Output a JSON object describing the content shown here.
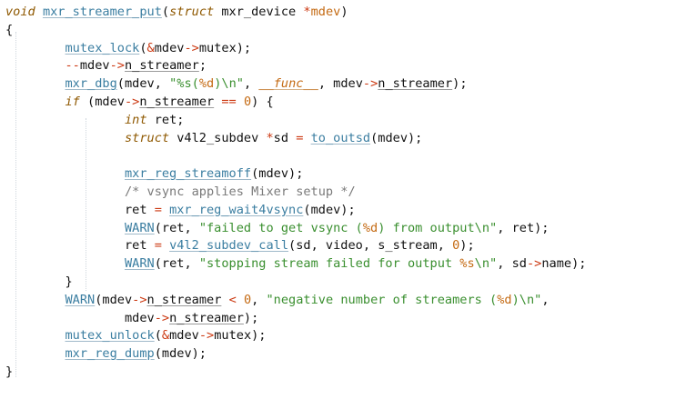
{
  "editor": {
    "language": "c",
    "colors": {
      "background": "#ffffff",
      "keyword": "#8f5902",
      "function": "#3b7ea1",
      "operator": "#cc3a13",
      "string": "#3a8f2f",
      "number": "#c46a13",
      "comment": "#7a7a7a"
    },
    "lines": [
      [
        {
          "c": "kw",
          "t": "void"
        },
        {
          "c": "var",
          "t": " "
        },
        {
          "c": "fn",
          "t": "mxr_streamer_put"
        },
        {
          "c": "var",
          "t": "("
        },
        {
          "c": "kw",
          "t": "struct"
        },
        {
          "c": "var",
          "t": " mxr_device "
        },
        {
          "c": "op",
          "t": "*"
        },
        {
          "c": "num",
          "t": "mdev"
        },
        {
          "c": "var",
          "t": ")"
        }
      ],
      [
        {
          "c": "var",
          "t": "{"
        }
      ],
      [
        {
          "c": "var",
          "t": "        "
        },
        {
          "c": "fn",
          "t": "mutex_lock"
        },
        {
          "c": "var",
          "t": "("
        },
        {
          "c": "op",
          "t": "&"
        },
        {
          "c": "var",
          "t": "mdev"
        },
        {
          "c": "op",
          "t": "->"
        },
        {
          "c": "var",
          "t": "mutex);"
        }
      ],
      [
        {
          "c": "var",
          "t": "        "
        },
        {
          "c": "op",
          "t": "--"
        },
        {
          "c": "var",
          "t": "mdev"
        },
        {
          "c": "op",
          "t": "->"
        },
        {
          "c": "und",
          "t": "n_streamer"
        },
        {
          "c": "var",
          "t": ";"
        }
      ],
      [
        {
          "c": "var",
          "t": "        "
        },
        {
          "c": "fn",
          "t": "mxr_dbg"
        },
        {
          "c": "var",
          "t": "(mdev, "
        },
        {
          "c": "str",
          "t": "\"%s("
        },
        {
          "c": "num",
          "t": "%d"
        },
        {
          "c": "str",
          "t": ")\\n\""
        },
        {
          "c": "var",
          "t": ", "
        },
        {
          "c": "mc",
          "t": "__func__"
        },
        {
          "c": "var",
          "t": ", mdev"
        },
        {
          "c": "op",
          "t": "->"
        },
        {
          "c": "und",
          "t": "n_streamer"
        },
        {
          "c": "var",
          "t": ");"
        }
      ],
      [
        {
          "c": "var",
          "t": "        "
        },
        {
          "c": "kw",
          "t": "if"
        },
        {
          "c": "var",
          "t": " (mdev"
        },
        {
          "c": "op",
          "t": "->"
        },
        {
          "c": "und",
          "t": "n_streamer"
        },
        {
          "c": "var",
          "t": " "
        },
        {
          "c": "op",
          "t": "=="
        },
        {
          "c": "var",
          "t": " "
        },
        {
          "c": "num",
          "t": "0"
        },
        {
          "c": "var",
          "t": ") {"
        }
      ],
      [
        {
          "c": "var",
          "t": "                "
        },
        {
          "c": "kw",
          "t": "int"
        },
        {
          "c": "var",
          "t": " ret;"
        }
      ],
      [
        {
          "c": "var",
          "t": "                "
        },
        {
          "c": "kw",
          "t": "struct"
        },
        {
          "c": "var",
          "t": " v4l2_subdev "
        },
        {
          "c": "op",
          "t": "*"
        },
        {
          "c": "var",
          "t": "sd "
        },
        {
          "c": "op",
          "t": "="
        },
        {
          "c": "var",
          "t": " "
        },
        {
          "c": "fn",
          "t": "to_outsd"
        },
        {
          "c": "var",
          "t": "(mdev);"
        }
      ],
      [
        {
          "c": "var",
          "t": ""
        }
      ],
      [
        {
          "c": "var",
          "t": "                "
        },
        {
          "c": "fn",
          "t": "mxr_reg_streamoff"
        },
        {
          "c": "var",
          "t": "(mdev);"
        }
      ],
      [
        {
          "c": "var",
          "t": "                "
        },
        {
          "c": "cm",
          "t": "/* vsync applies Mixer setup */"
        }
      ],
      [
        {
          "c": "var",
          "t": "                ret "
        },
        {
          "c": "op",
          "t": "="
        },
        {
          "c": "var",
          "t": " "
        },
        {
          "c": "fn",
          "t": "mxr_reg_wait4vsync"
        },
        {
          "c": "var",
          "t": "(mdev);"
        }
      ],
      [
        {
          "c": "var",
          "t": "                "
        },
        {
          "c": "fn",
          "t": "WARN"
        },
        {
          "c": "var",
          "t": "(ret, "
        },
        {
          "c": "str",
          "t": "\"failed to get vsync ("
        },
        {
          "c": "num",
          "t": "%d"
        },
        {
          "c": "str",
          "t": ") from output\\n\""
        },
        {
          "c": "var",
          "t": ", ret);"
        }
      ],
      [
        {
          "c": "var",
          "t": "                ret "
        },
        {
          "c": "op",
          "t": "="
        },
        {
          "c": "var",
          "t": " "
        },
        {
          "c": "fn",
          "t": "v4l2_subdev_call"
        },
        {
          "c": "var",
          "t": "(sd, video, s_stream, "
        },
        {
          "c": "num",
          "t": "0"
        },
        {
          "c": "var",
          "t": ");"
        }
      ],
      [
        {
          "c": "var",
          "t": "                "
        },
        {
          "c": "fn",
          "t": "WARN"
        },
        {
          "c": "var",
          "t": "(ret, "
        },
        {
          "c": "str",
          "t": "\"stopping stream failed for output "
        },
        {
          "c": "num",
          "t": "%s"
        },
        {
          "c": "str",
          "t": "\\n\""
        },
        {
          "c": "var",
          "t": ", sd"
        },
        {
          "c": "op",
          "t": "->"
        },
        {
          "c": "var",
          "t": "name);"
        }
      ],
      [
        {
          "c": "var",
          "t": "        }"
        }
      ],
      [
        {
          "c": "var",
          "t": "        "
        },
        {
          "c": "fn",
          "t": "WARN"
        },
        {
          "c": "var",
          "t": "(mdev"
        },
        {
          "c": "op",
          "t": "->"
        },
        {
          "c": "und",
          "t": "n_streamer"
        },
        {
          "c": "var",
          "t": " "
        },
        {
          "c": "op",
          "t": "<"
        },
        {
          "c": "var",
          "t": " "
        },
        {
          "c": "num",
          "t": "0"
        },
        {
          "c": "var",
          "t": ", "
        },
        {
          "c": "str",
          "t": "\"negative number of streamers ("
        },
        {
          "c": "num",
          "t": "%d"
        },
        {
          "c": "str",
          "t": ")\\n\""
        },
        {
          "c": "var",
          "t": ","
        }
      ],
      [
        {
          "c": "var",
          "t": "                mdev"
        },
        {
          "c": "op",
          "t": "->"
        },
        {
          "c": "und",
          "t": "n_streamer"
        },
        {
          "c": "var",
          "t": ");"
        }
      ],
      [
        {
          "c": "var",
          "t": "        "
        },
        {
          "c": "fn",
          "t": "mutex_unlock"
        },
        {
          "c": "var",
          "t": "("
        },
        {
          "c": "op",
          "t": "&"
        },
        {
          "c": "var",
          "t": "mdev"
        },
        {
          "c": "op",
          "t": "->"
        },
        {
          "c": "var",
          "t": "mutex);"
        }
      ],
      [
        {
          "c": "var",
          "t": "        "
        },
        {
          "c": "fn",
          "t": "mxr_reg_dump"
        },
        {
          "c": "var",
          "t": "(mdev);"
        }
      ],
      [
        {
          "c": "var",
          "t": "}"
        }
      ]
    ]
  }
}
